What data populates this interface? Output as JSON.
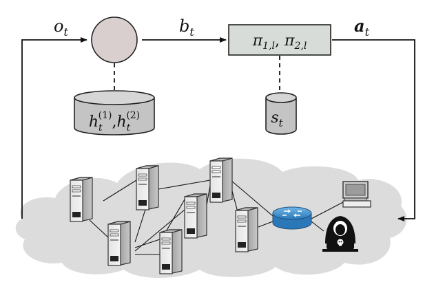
{
  "labels": {
    "observation": "o",
    "observation_sub": "t",
    "belief": "b",
    "belief_sub": "t",
    "action": "a",
    "action_sub": "t",
    "policy": "π",
    "policy_sub_1": "1,l",
    "policy_sep": ", ",
    "policy_2": "π",
    "policy_sub_2": "2,l",
    "history_base": "h",
    "history_sub": "t",
    "history_sup_1": "(1)",
    "history_sup_2": "(2)",
    "history_sep": ",",
    "state": "s",
    "state_sub": "t"
  },
  "colors": {
    "filter_node": "#d9cfcf",
    "policy_box": "#d8dcd8",
    "cylinder": "#c4c4c4",
    "cloud": "#dcdcdc",
    "router": "#3a8fd0"
  },
  "icons": [
    "server-icon",
    "router-icon",
    "laptop-icon",
    "attacker-icon",
    "database-icon"
  ]
}
